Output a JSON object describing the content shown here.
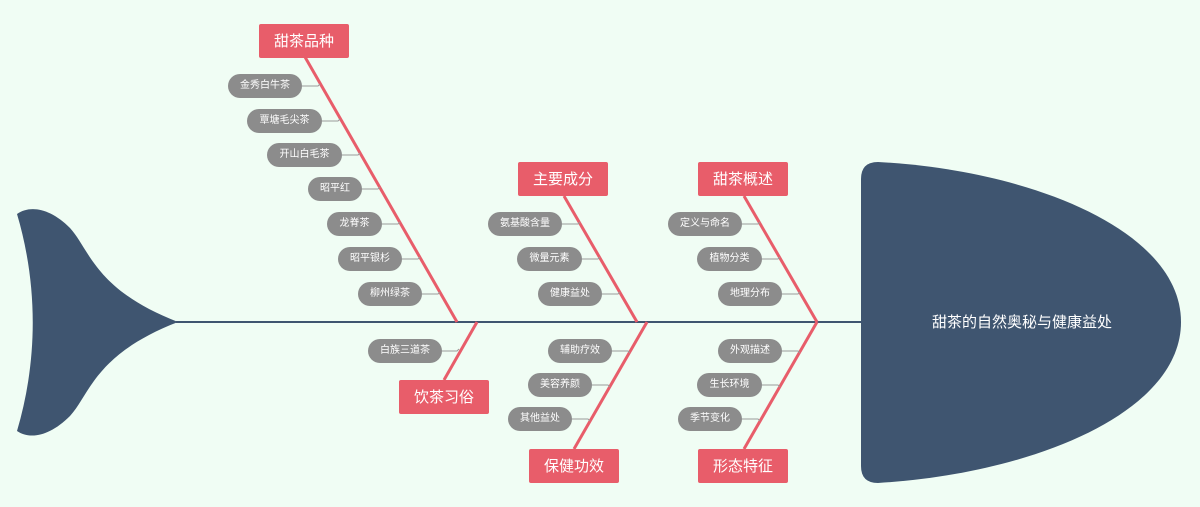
{
  "title": "甜茶的自然奥秘与健康益处",
  "colors": {
    "background": "#f0fdf4",
    "spine": "#3f5570",
    "branch": "#e85d6a",
    "category_box": "#e85d6a",
    "leaf_pill": "#8c8c8c",
    "connector": "#9a9a9a"
  },
  "categories": [
    {
      "label": "甜茶品种",
      "side": "top",
      "items": [
        "金秀白牛茶",
        "覃塘毛尖茶",
        "开山白毛茶",
        "昭平红",
        "龙脊茶",
        "昭平银杉",
        "柳州绿茶"
      ]
    },
    {
      "label": "饮茶习俗",
      "side": "bottom",
      "items": [
        "白族三道茶"
      ]
    },
    {
      "label": "主要成分",
      "side": "top",
      "items": [
        "氨基酸含量",
        "微量元素",
        "健康益处"
      ]
    },
    {
      "label": "保健功效",
      "side": "bottom",
      "items": [
        "辅助疗效",
        "美容养颜",
        "其他益处"
      ]
    },
    {
      "label": "甜茶概述",
      "side": "top",
      "items": [
        "定义与命名",
        "植物分类",
        "地理分布"
      ]
    },
    {
      "label": "形态特征",
      "side": "bottom",
      "items": [
        "外观描述",
        "生长环境",
        "季节变化"
      ]
    }
  ]
}
